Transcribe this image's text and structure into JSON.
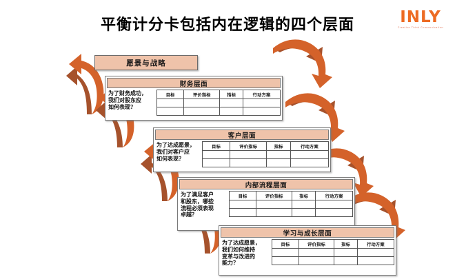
{
  "slide": {
    "title": "平衡计分卡包括内在逻辑的四个层面",
    "background_color": "#ffffff"
  },
  "logo": {
    "word": "INLY",
    "tagline": "Creative  Think  Communication",
    "color": "#ED6B23"
  },
  "colors": {
    "header_fill": "#EFC3AA",
    "arrow_light": "#D4622A",
    "arrow_dark": "#A6522C",
    "border": "#7a7a7a",
    "text": "#111111"
  },
  "vision": {
    "label": "愿景与战略"
  },
  "table_headers": [
    "目标",
    "评价指标",
    "指标",
    "行动方案"
  ],
  "table_empty_rows": 2,
  "panels": [
    {
      "id": "financial",
      "title": "财务层面",
      "question": "为了财务成功，\n我们对股东应\n如何表现？",
      "headers": [
        "目标",
        "评价指标",
        "指标",
        "行动方案"
      ]
    },
    {
      "id": "customer",
      "title": "客户层面",
      "question": "为了达成愿景，\n我们对客户应\n如何表现？",
      "headers": [
        "目标",
        "评价指标",
        "指标",
        "行动方案"
      ]
    },
    {
      "id": "internal",
      "title": "内部流程层面",
      "question": "为了满足客户\n和股东，哪些\n流程必须表现\n卓越？",
      "headers": [
        "目标",
        "评价指标",
        "指标",
        "行动方案"
      ]
    },
    {
      "id": "learning",
      "title": "学习与成长层面",
      "question": "为了达成愿景，\n我们如何维持\n变革与改进的\n能力？",
      "headers": [
        "目标",
        "评价指标",
        "指标",
        "行动方案"
      ]
    }
  ],
  "arrows": [
    {
      "name": "arrow-up-left-1",
      "direction": "up-left"
    },
    {
      "name": "arrow-up-left-2",
      "direction": "up-left"
    },
    {
      "name": "arrow-up-left-3",
      "direction": "up-left"
    },
    {
      "name": "arrow-up-left-4",
      "direction": "up-left"
    },
    {
      "name": "arrow-down-right-1",
      "direction": "down-right"
    },
    {
      "name": "arrow-down-right-2",
      "direction": "down-right"
    },
    {
      "name": "arrow-down-right-3",
      "direction": "down-right"
    },
    {
      "name": "arrow-down-right-4",
      "direction": "down-right"
    }
  ]
}
